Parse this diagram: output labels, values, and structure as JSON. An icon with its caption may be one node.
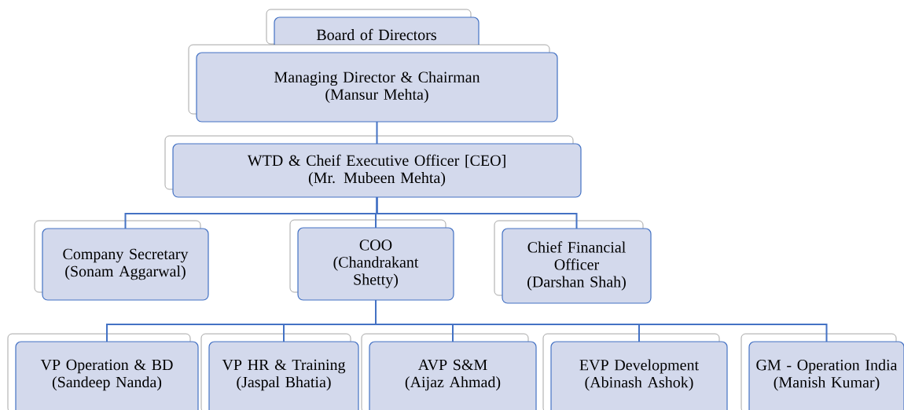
{
  "diagram": {
    "nodes": [
      {
        "text": [
          "Board of Directors"
        ]
      },
      {
        "text": [
          "Managing Director & Chairman",
          "(Mansur Mehta)"
        ]
      },
      {
        "text": [
          "WTD & Cheif Executive Officer [CEO]",
          "(Mr. Mubeen Mehta)"
        ]
      },
      {
        "text": [
          "Company Secretary",
          "(Sonam Aggarwal)"
        ]
      },
      {
        "text": [
          "COO",
          "(Chandrakant Shetty)"
        ]
      },
      {
        "text": [
          "Chief Financial Officer",
          "(Darshan Shah)"
        ]
      },
      {
        "text": [
          "VP Operation & BD",
          "(Sandeep Nanda)"
        ]
      },
      {
        "text": [
          "VP HR & Training",
          "(Jaspal Bhatia)"
        ]
      },
      {
        "text": [
          "AVP S&M",
          "(Aijaz Ahmad)"
        ]
      },
      {
        "text": [
          "EVP Development",
          "(Abinash Ashok)"
        ]
      },
      {
        "text": [
          "GM - Operation India",
          "(Manish Kumar)"
        ]
      }
    ],
    "edges": [
      {
        "from": 1,
        "to": 2,
        "arrow": "none"
      },
      {
        "from": 2,
        "to": 3,
        "arrow": "none"
      },
      {
        "from": 2,
        "to": 4,
        "arrow": "none"
      },
      {
        "from": 2,
        "to": 5,
        "arrow": "none"
      },
      {
        "from": 4,
        "to": 6,
        "arrow": "none"
      },
      {
        "from": 4,
        "to": 7,
        "arrow": "none"
      },
      {
        "from": 4,
        "to": 8,
        "arrow": "none"
      },
      {
        "from": 4,
        "to": 9,
        "arrow": "none"
      },
      {
        "from": 4,
        "to": 10,
        "arrow": "none"
      }
    ]
  }
}
